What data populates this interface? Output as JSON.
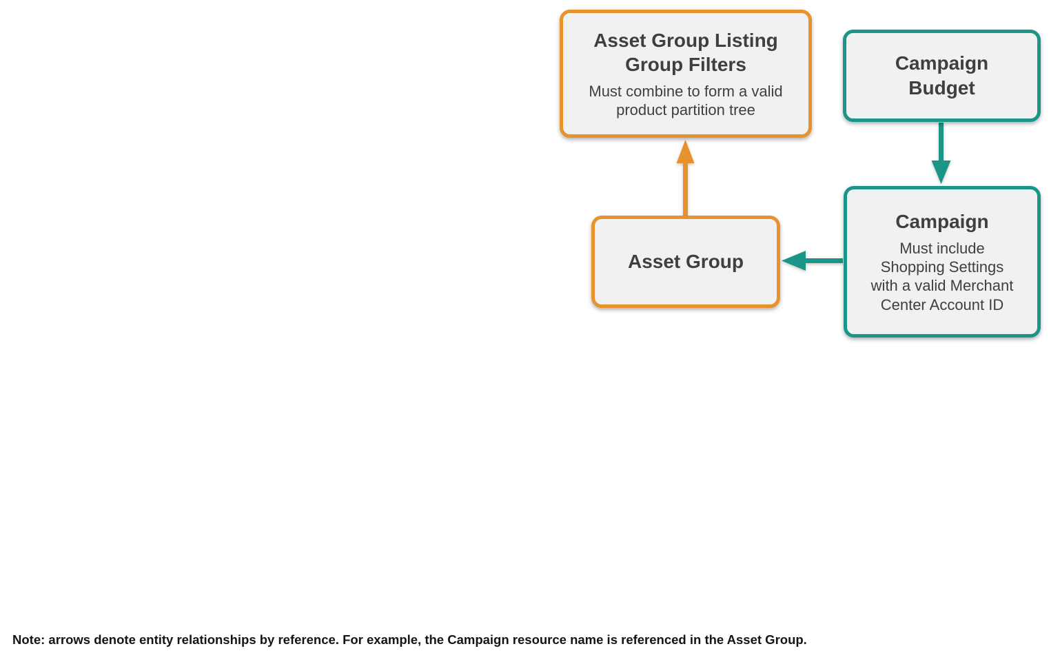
{
  "palette": {
    "orange": "#E8922D",
    "teal": "#1B9588",
    "box_fill": "#F1F1F1",
    "box_text": "#3C4043",
    "note_text": "#141414",
    "background": "#FFFFFF"
  },
  "nodes": {
    "listing_filters": {
      "title": "Asset Group Listing\nGroup Filters",
      "subtitle": "Must combine to form a valid\nproduct partition tree",
      "color": "orange"
    },
    "campaign_budget": {
      "title": "Campaign\nBudget",
      "color": "teal"
    },
    "campaign": {
      "title": "Campaign",
      "subtitle": "Must include\nShopping Settings\nwith a valid Merchant\nCenter Account ID",
      "color": "teal"
    },
    "asset_group": {
      "title": "Asset Group",
      "color": "orange"
    }
  },
  "edges": [
    {
      "from": "asset_group",
      "to": "listing_filters",
      "color": "orange",
      "direction": "up"
    },
    {
      "from": "campaign_budget",
      "to": "campaign",
      "color": "teal",
      "direction": "down"
    },
    {
      "from": "campaign",
      "to": "asset_group",
      "color": "teal",
      "direction": "left"
    }
  ],
  "note": "Note: arrows denote entity relationships by reference. For example, the Campaign resource name is referenced in the Asset Group."
}
